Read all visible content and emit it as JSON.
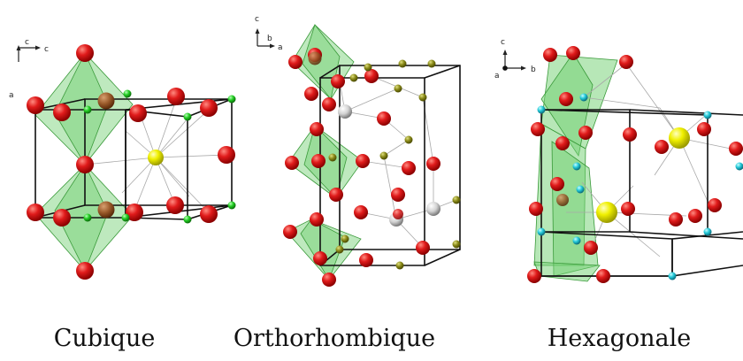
{
  "panels": [
    {
      "caption": "Cubique",
      "axes": {
        "v": "c",
        "h": "c",
        "side": "a"
      }
    },
    {
      "caption": "Orthorhombique",
      "axes": {
        "v": "c",
        "h": "a",
        "side": "b"
      }
    },
    {
      "caption": "Hexagonale",
      "axes": {
        "v": "c",
        "h": "b",
        "side": "a"
      }
    }
  ],
  "colors": {
    "oxygen": "#d8141a",
    "a_site": "#e6e600",
    "b_site_cubic": "#22cc22",
    "b_site_ortho": "#8a8a1a",
    "b_site_hex": "#22c8d8",
    "a_site_ortho": "#cfcfcf",
    "octahedron": "#6fcf6f",
    "bond": "#9a9a9a",
    "cell": "#111111"
  }
}
